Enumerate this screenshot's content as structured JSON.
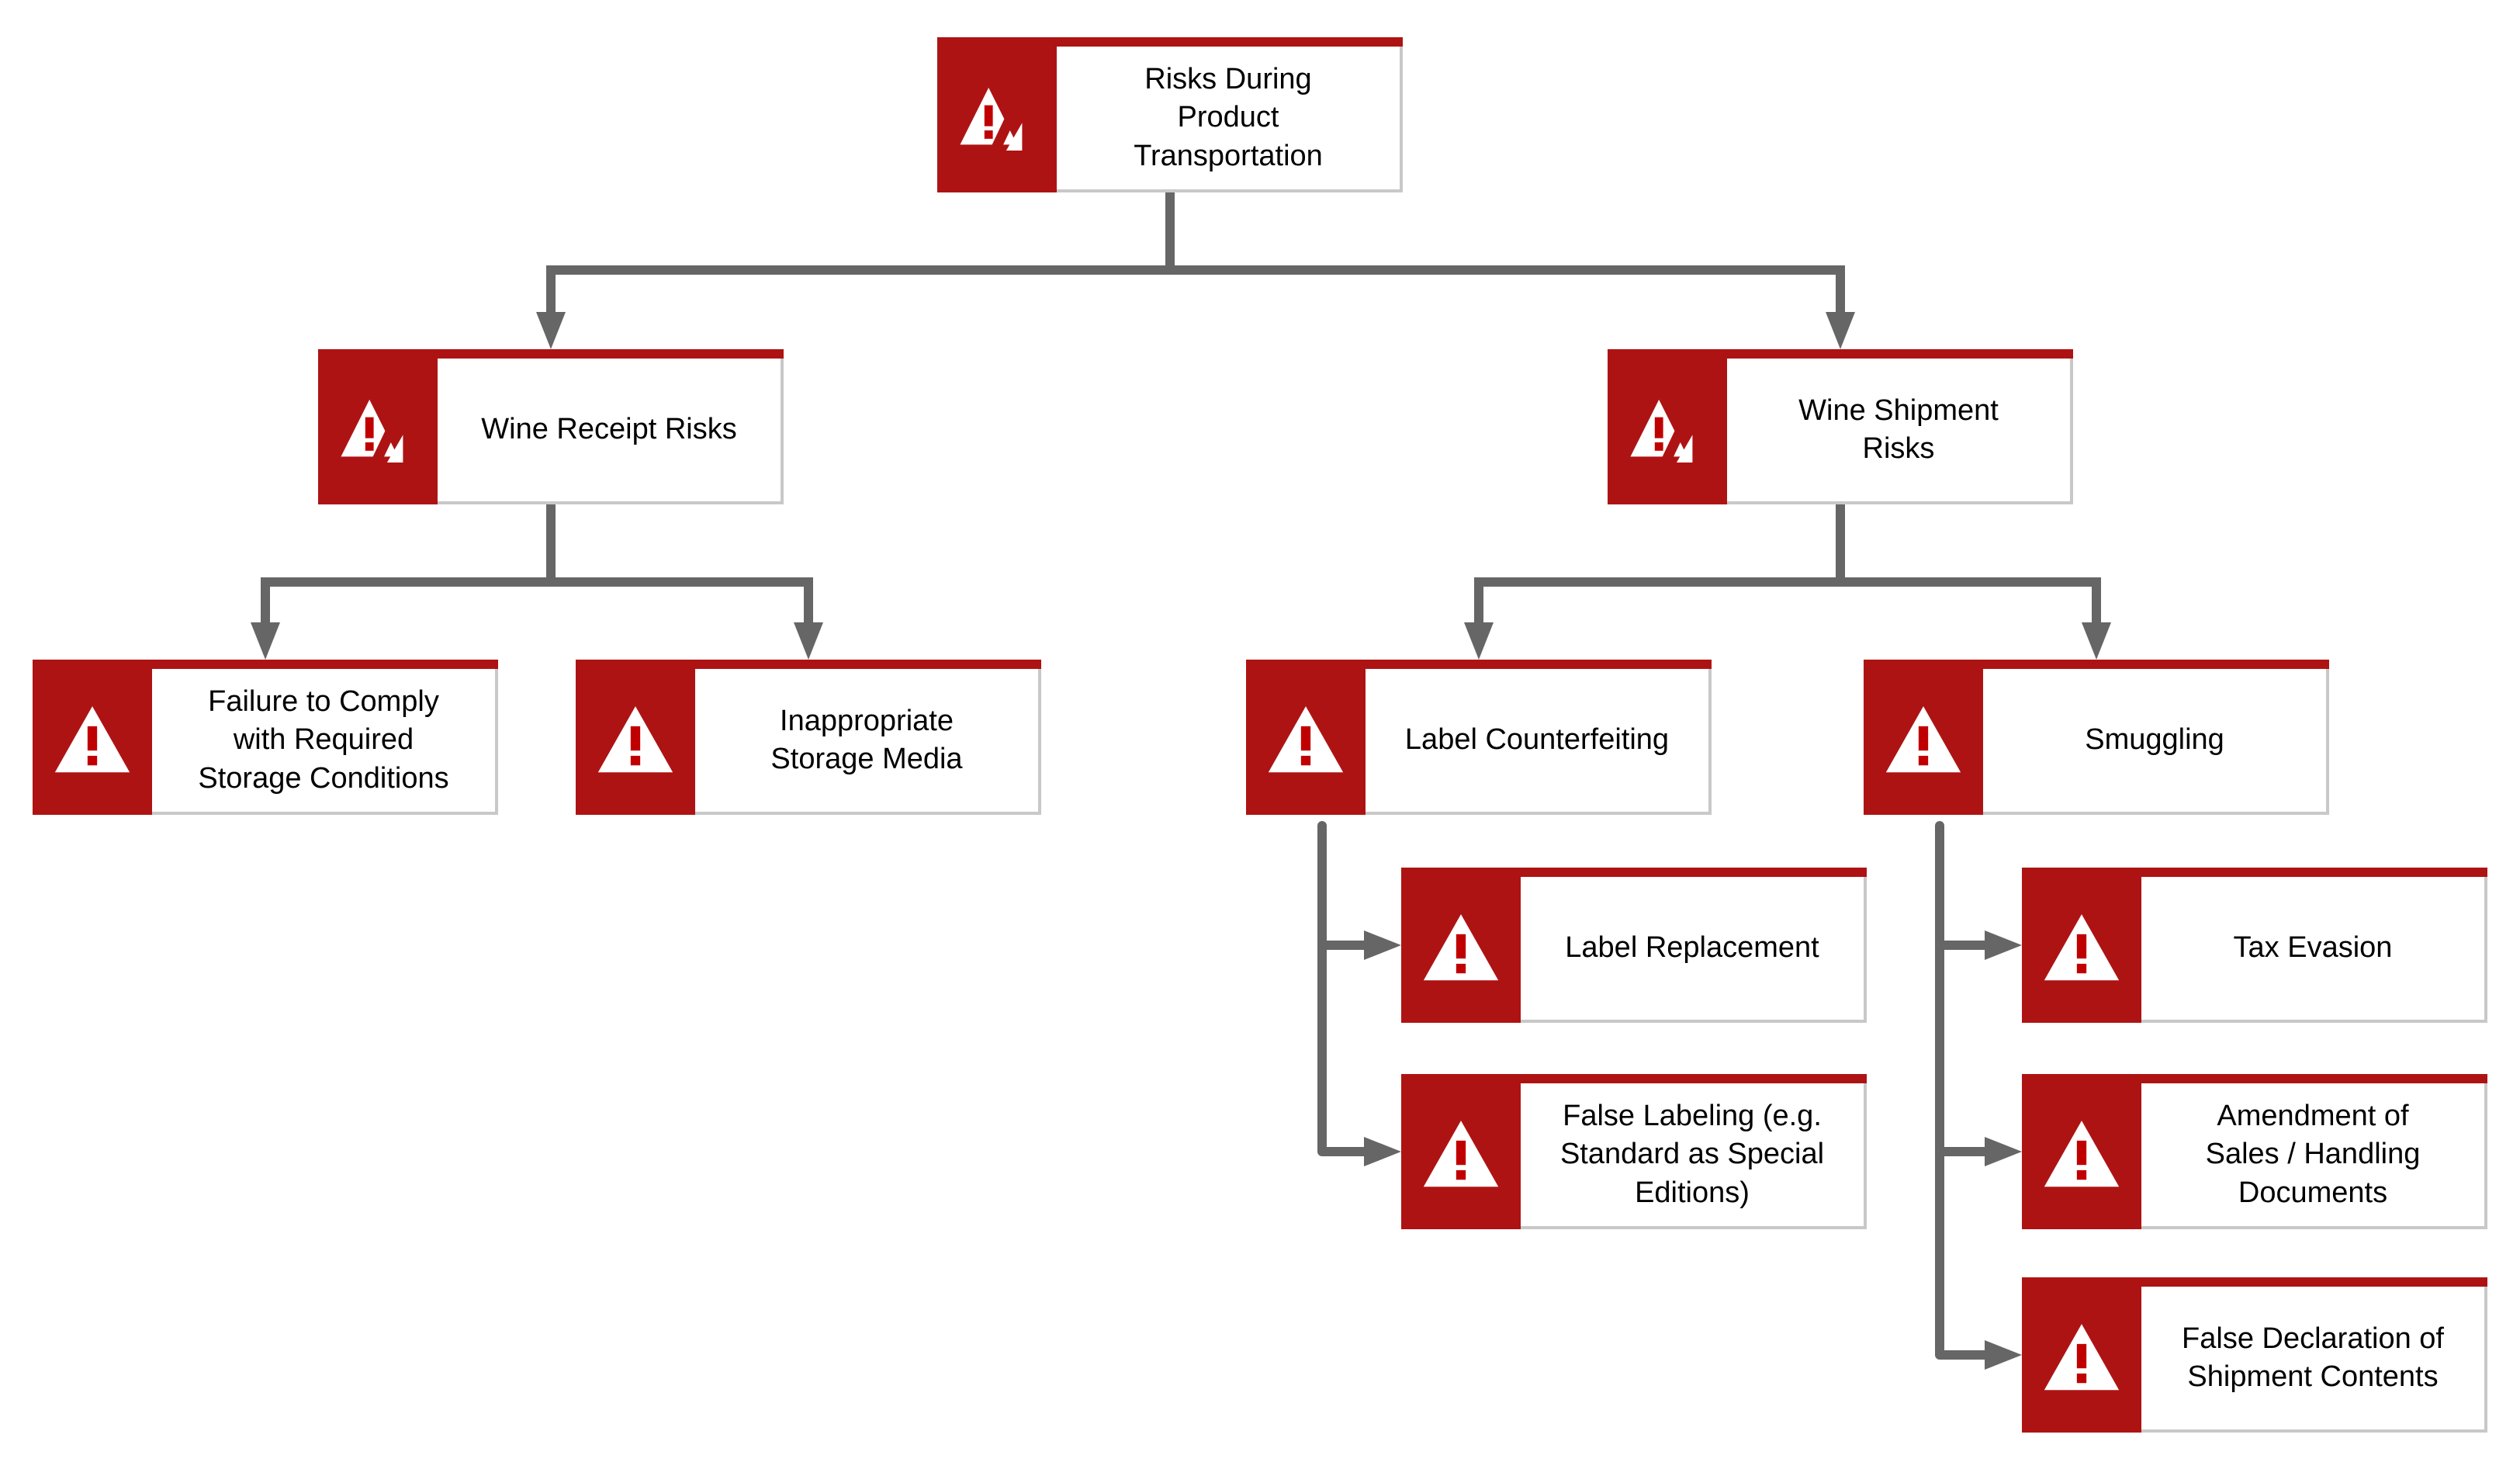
{
  "diagram": {
    "type": "hierarchy-flowchart",
    "root": "root"
  },
  "colors": {
    "node_red": "#AE1313",
    "exclamation_red": "#C00000",
    "connector_gray": "#666666",
    "border_gray": "#C8C8C8",
    "background": "#FFFFFF",
    "text_black": "#000000"
  },
  "nodes": [
    {
      "id": "root",
      "label": "Risks During\nProduct\nTransportation",
      "icon": "warning-folded-icon"
    },
    {
      "id": "wine-receipt",
      "label": "Wine Receipt Risks",
      "icon": "warning-folded-icon"
    },
    {
      "id": "wine-shipment",
      "label": "Wine Shipment\nRisks",
      "icon": "warning-folded-icon"
    },
    {
      "id": "storage-conditions",
      "label": "Failure to Comply\nwith Required\nStorage Conditions",
      "icon": "warning-icon"
    },
    {
      "id": "storage-media",
      "label": "Inappropriate\nStorage Media",
      "icon": "warning-icon"
    },
    {
      "id": "label-counterfeiting",
      "label": "Label Counterfeiting",
      "icon": "warning-icon"
    },
    {
      "id": "smuggling",
      "label": "Smuggling",
      "icon": "warning-icon"
    },
    {
      "id": "label-replacement",
      "label": "Label Replacement",
      "icon": "warning-icon"
    },
    {
      "id": "false-labeling",
      "label": "False Labeling (e.g.\nStandard as Special\nEditions)",
      "icon": "warning-icon"
    },
    {
      "id": "tax-evasion",
      "label": "Tax Evasion",
      "icon": "warning-icon"
    },
    {
      "id": "amendment-documents",
      "label": "Amendment of\nSales / Handling\nDocuments",
      "icon": "warning-icon"
    },
    {
      "id": "false-declaration",
      "label": "False Declaration of\nShipment Contents",
      "icon": "warning-icon"
    }
  ],
  "edges": [
    {
      "from": "root",
      "to": [
        "wine-receipt",
        "wine-shipment"
      ],
      "style": "branch-down"
    },
    {
      "from": "wine-receipt",
      "to": [
        "storage-conditions",
        "storage-media"
      ],
      "style": "branch-down"
    },
    {
      "from": "wine-shipment",
      "to": [
        "label-counterfeiting",
        "smuggling"
      ],
      "style": "branch-down"
    },
    {
      "from": "label-counterfeiting",
      "to": [
        "label-replacement",
        "false-labeling"
      ],
      "style": "elbow-right"
    },
    {
      "from": "smuggling",
      "to": [
        "tax-evasion",
        "amendment-documents",
        "false-declaration"
      ],
      "style": "elbow-right"
    }
  ]
}
